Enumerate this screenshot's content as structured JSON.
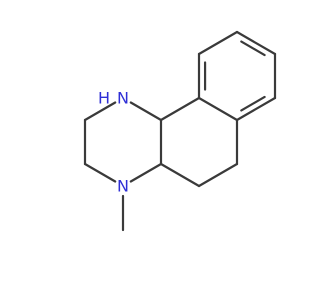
{
  "molecule": {
    "colors": {
      "bond": "#3a3a3a",
      "nitrogen": "#2f2fd6",
      "background": "#ffffff"
    },
    "labels": {
      "n1": "N",
      "h1": "H",
      "n4": "N"
    }
  }
}
